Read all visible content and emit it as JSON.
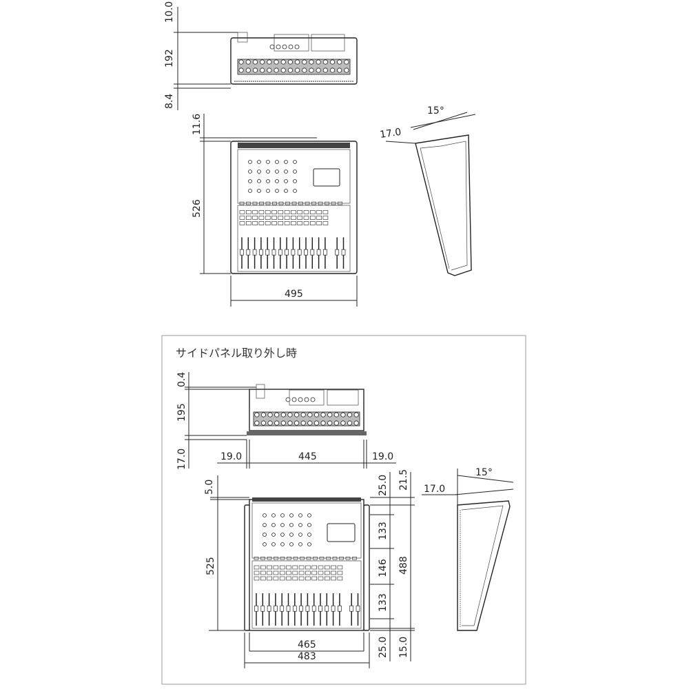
{
  "top_section": {
    "rear_view": {
      "dims": {
        "top_gap": "10.0",
        "height": "192",
        "bottom": "8.4"
      }
    },
    "top_view": {
      "dims": {
        "top_gap": "11.6",
        "depth": "526",
        "width": "495"
      }
    },
    "side_view": {
      "dims": {
        "angle": "15°",
        "offset": "17.0"
      }
    }
  },
  "bottom_section": {
    "title": "サイドパネル取り外し時",
    "rear_view": {
      "dims": {
        "top_gap": "0.4",
        "height": "195",
        "bottom": "17.0",
        "left_ear": "19.0",
        "inner_width": "445",
        "right_ear": "19.0"
      }
    },
    "top_view": {
      "dims": {
        "top_gap": "5.0",
        "depth": "525",
        "inner_width": "465",
        "rack_width": "483",
        "right_top_a": "25.0",
        "right_top_b": "21.5",
        "seg1": "133",
        "seg2": "146",
        "seg3": "133",
        "rack_height": "488",
        "right_bottom_a": "25.0",
        "right_bottom_b": "15.0"
      }
    },
    "side_view": {
      "dims": {
        "angle": "15°",
        "offset": "17.0"
      }
    }
  }
}
